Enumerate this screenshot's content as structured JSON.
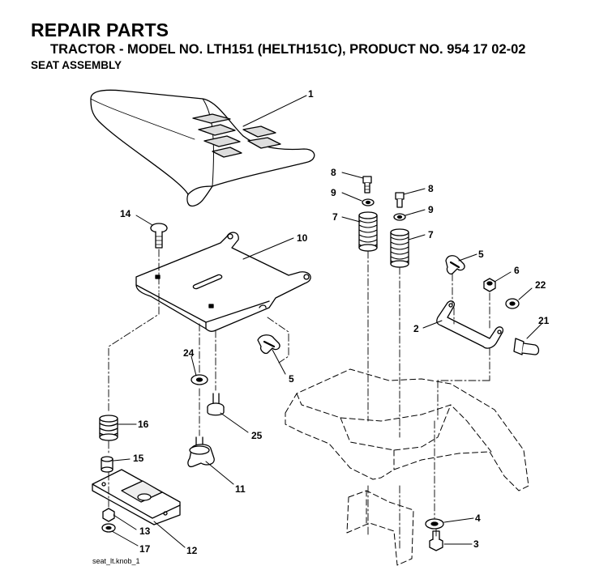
{
  "header": {
    "title": "REPAIR PARTS",
    "subtitle": "TRACTOR - MODEL NO. LTH151 (HELTH151C), PRODUCT NO. 954 17 02-02",
    "section": "SEAT ASSEMBLY"
  },
  "footer": {
    "drawing_id": "seat_lt.knob_1"
  },
  "callouts": {
    "c1": "1",
    "c10": "10",
    "c14": "14",
    "c8a": "8",
    "c9a": "9",
    "c7a": "7",
    "c8b": "8",
    "c9b": "9",
    "c7b": "7",
    "c5a": "5",
    "c6": "6",
    "c22": "22",
    "c2": "2",
    "c21": "21",
    "c24": "24",
    "c5b": "5",
    "c16": "16",
    "c25": "25",
    "c15": "15",
    "c11": "11",
    "c13": "13",
    "c17": "17",
    "c12": "12",
    "c4": "4",
    "c3": "3"
  }
}
